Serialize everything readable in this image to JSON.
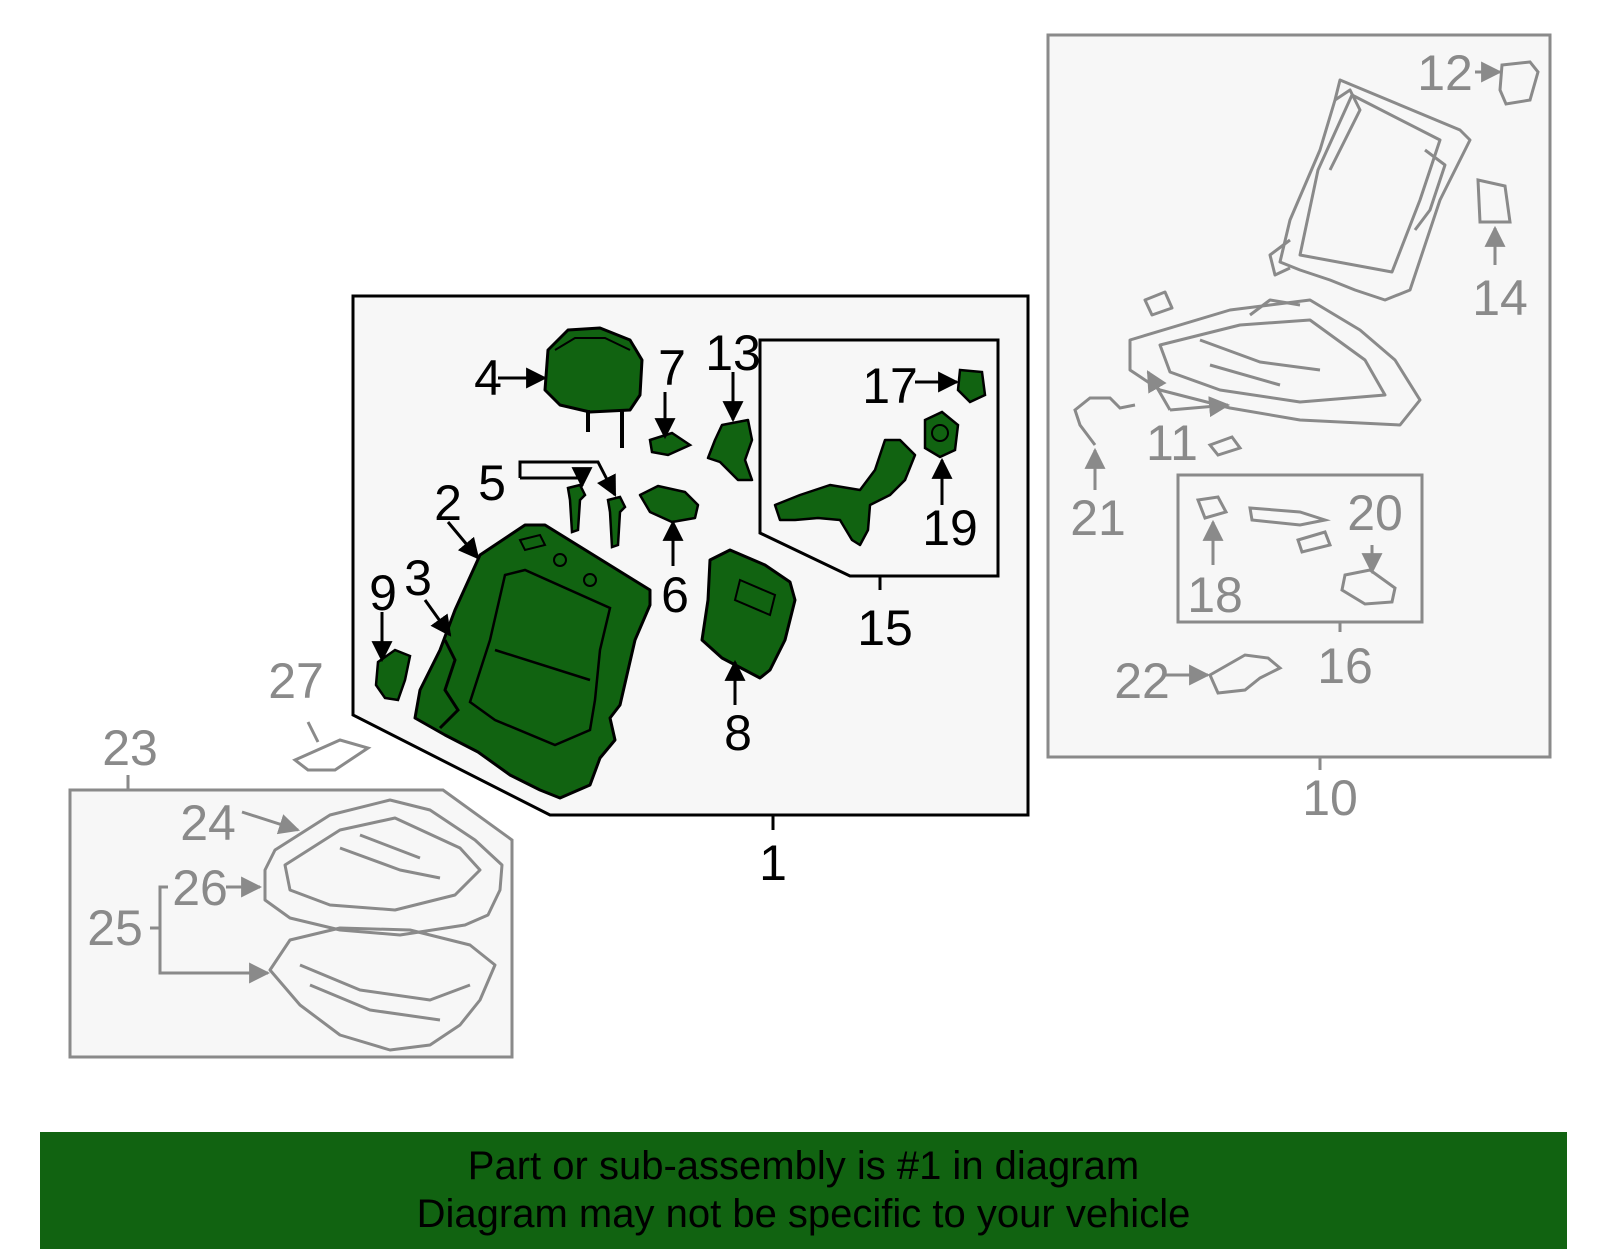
{
  "colors": {
    "highlight_fill": "#116311",
    "panel_fill": "#f7f7f7",
    "grey_line": "#8a8a8a",
    "dark_line": "#000000",
    "banner": "#116311"
  },
  "labels": {
    "n1": "1",
    "n2": "2",
    "n3": "3",
    "n4": "4",
    "n5": "5",
    "n6": "6",
    "n7": "7",
    "n8": "8",
    "n9": "9",
    "n10": "10",
    "n11": "11",
    "n12": "12",
    "n13": "13",
    "n14": "14",
    "n15": "15",
    "n16": "16",
    "n17": "17",
    "n18": "18",
    "n19": "19",
    "n20": "20",
    "n21": "21",
    "n22": "22",
    "n23": "23",
    "n24": "24",
    "n25": "25",
    "n26": "26",
    "n27": "27"
  },
  "footer": {
    "line1": "Part or sub-assembly is #1 in diagram",
    "line2": "Diagram may not be specific to your vehicle"
  }
}
